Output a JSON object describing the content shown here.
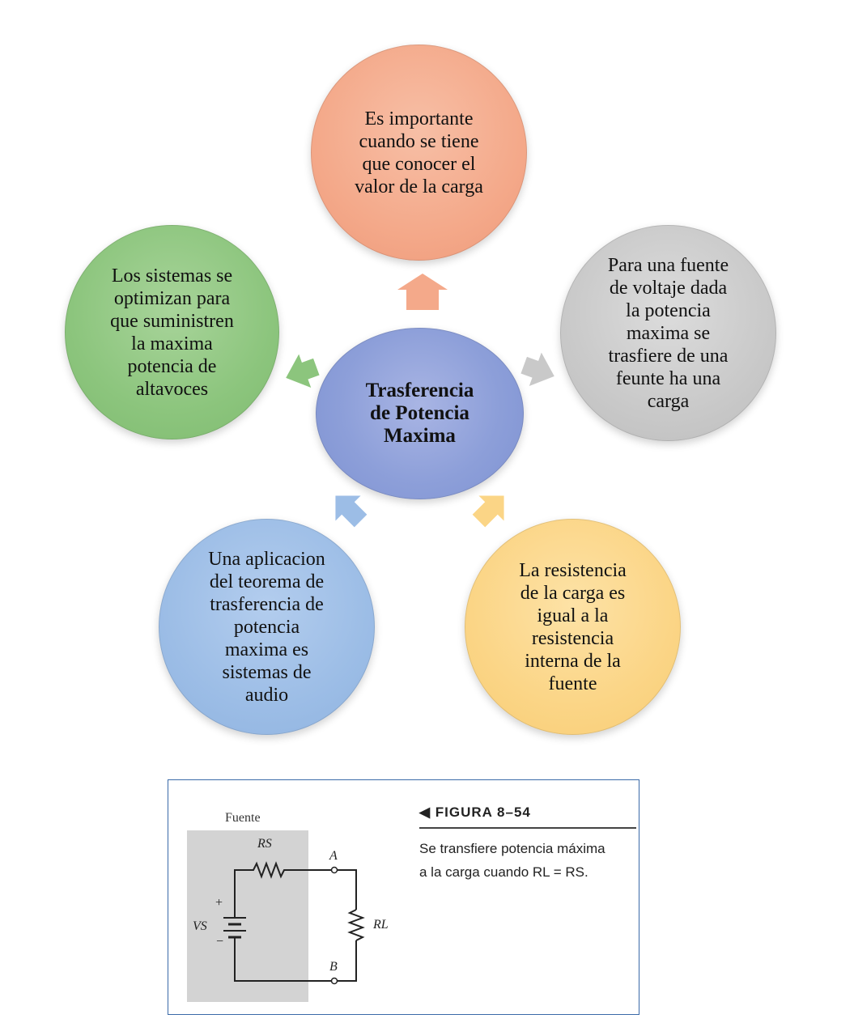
{
  "diagram": {
    "center": "Trasferencia\nde Potencia\nMaxima",
    "top": "Es importante\ncuando se tiene\nque conocer el\nvalor de la carga",
    "right": "Para una fuente\nde voltaje dada\nla potencia\nmaxima se\ntrasfiere de una\nfeunte ha una\ncarga",
    "bottom_right": "La resistencia\nde la carga es\nigual a la\nresistencia\ninterna de la\nfuente",
    "bottom_left": "Una aplicacion\ndel teorema de\ntrasferencia de\npotencia\nmaxima es\nsistemas de\naudio",
    "left": "Los sistemas se\noptimizan para\nque suministren\nla maxima\npotencia de\naltavoces"
  },
  "colors": {
    "top": "#f4a98a",
    "right": "#c9c9c9",
    "bottom_right": "#fbd586",
    "bottom_left": "#9cbde6",
    "left": "#8cc57d",
    "center": "#8d9fd9",
    "figure_border": "#3a6aa8"
  },
  "figure": {
    "source_label": "Fuente",
    "rs_label": "RS",
    "rl_label": "RL",
    "vs_label": "VS",
    "plus": "+",
    "minus": "−",
    "node_a": "A",
    "node_b": "B",
    "title": "◀ FIGURA 8–54",
    "caption": "Se transfiere potencia máxima\na la carga cuando RL = RS."
  }
}
